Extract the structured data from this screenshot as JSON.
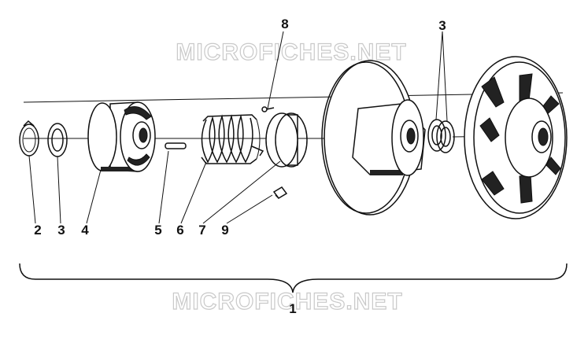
{
  "watermark": {
    "top_text": "MICROFICHES.NET",
    "bottom_text": "MICROFICHES.NET"
  },
  "callouts": {
    "c1": "1",
    "c2": "2",
    "c3a": "3",
    "c3b": "3",
    "c4": "4",
    "c5": "5",
    "c6": "6",
    "c7": "7",
    "c8": "8",
    "c9": "9"
  },
  "colors": {
    "ink": "#111111",
    "paper": "#ffffff",
    "watermark_outline": "#c9c9c9"
  }
}
